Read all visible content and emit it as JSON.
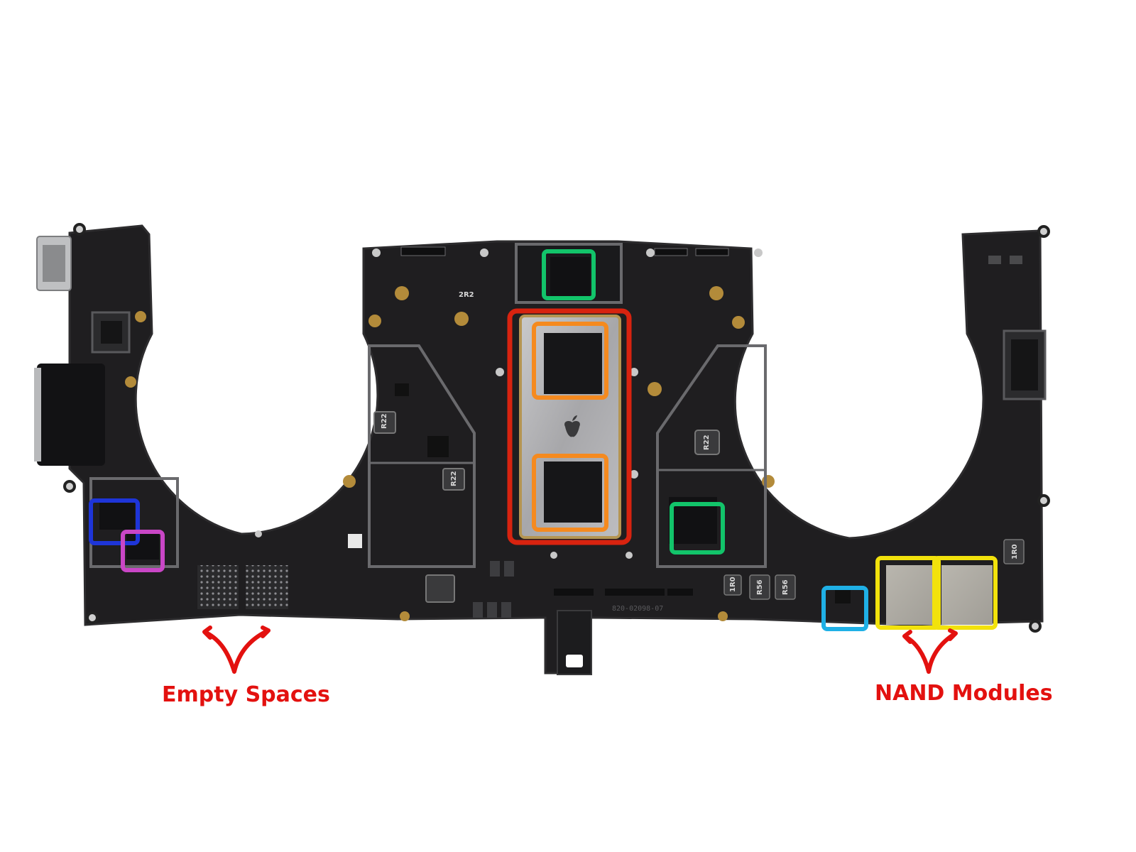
{
  "photo": {
    "background_color": "#ffffff",
    "board_color": "#1f1e20",
    "board_edge_color": "#2d2c2e"
  },
  "annotations": {
    "text_color": "#e3110f",
    "empty_spaces_label": "Empty Spaces",
    "nand_modules_label": "NAND Modules"
  },
  "highlight_colors": {
    "red": "#d8230f",
    "orange": "#f58a1f",
    "green": "#12c46a",
    "blue": "#1e35d8",
    "magenta": "#c946c6",
    "cyan": "#1fb0e6",
    "yellow": "#f2e20c"
  },
  "chip_markings": {
    "inductor_a": "R22",
    "inductor_b": "R22",
    "inductor_c": "R22",
    "inductor_d": "1R0",
    "inductor_e": "R56",
    "inductor_f": "R56",
    "inductor_g": "1R0",
    "inductor_h": "2R2",
    "board_id": "820-02098-07"
  }
}
